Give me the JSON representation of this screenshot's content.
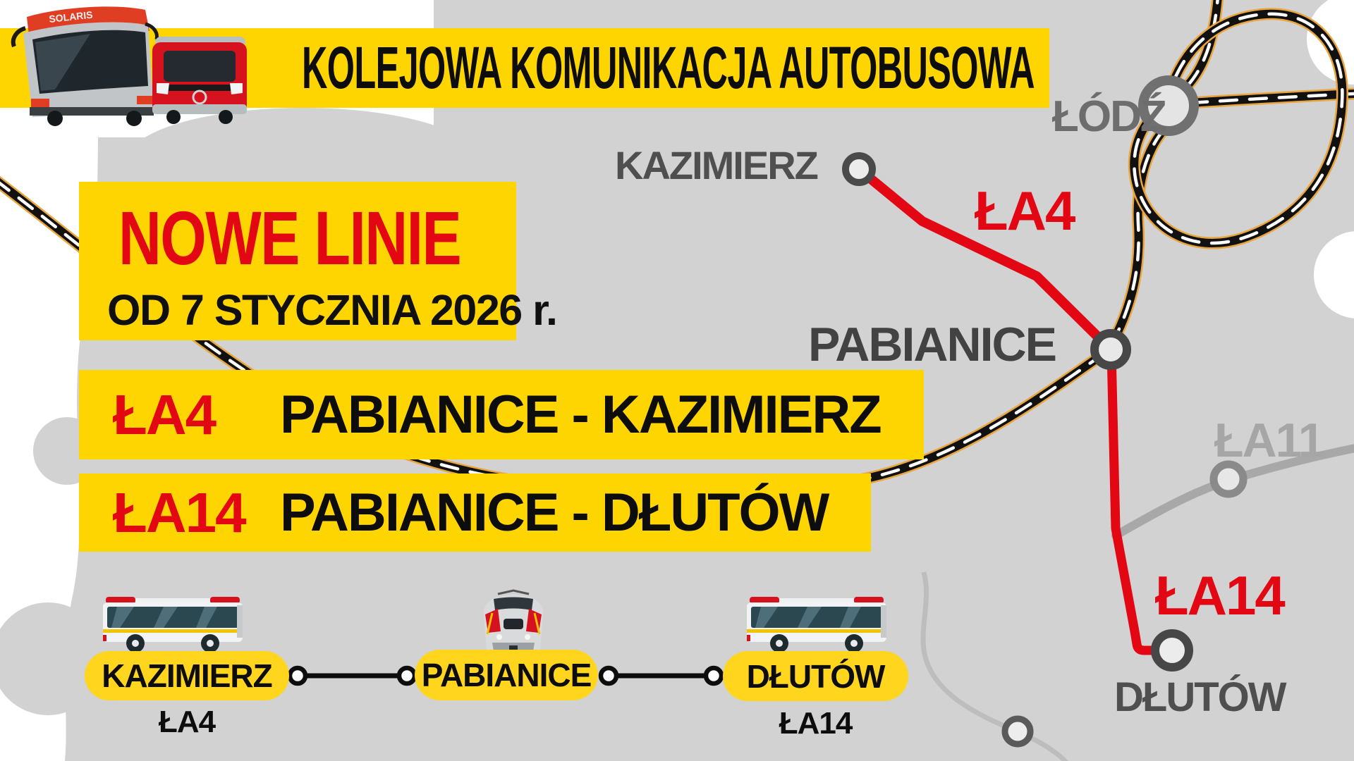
{
  "banner": {
    "title": "KOLEJOWA KOMUNIKACJA AUTOBUSOWA"
  },
  "promo": {
    "headline": "NOWE LINIE",
    "date": "OD 7 STYCZNIA 2026 r."
  },
  "lines": [
    {
      "id": "ŁA4",
      "route": "PABIANICE - KAZIMIERZ"
    },
    {
      "id": "ŁA14",
      "route": "PABIANICE - DŁUTÓW"
    }
  ],
  "map": {
    "stations": [
      {
        "name": "KAZIMIERZ"
      },
      {
        "name": "ŁÓDŹ"
      },
      {
        "name": "PABIANICE"
      },
      {
        "name": "DŁUTÓW"
      }
    ],
    "route_labels": [
      {
        "id": "ŁA4",
        "color": "#E30613"
      },
      {
        "id": "ŁA14",
        "color": "#E30613"
      },
      {
        "id": "ŁA11",
        "color": "#A6A6A6"
      }
    ]
  },
  "schematic": {
    "stops": [
      {
        "name": "KAZIMIERZ",
        "line_label": "ŁA4",
        "icon": "bus-icon"
      },
      {
        "name": "PABIANICE",
        "line_label": "",
        "icon": "train-icon"
      },
      {
        "name": "DŁUTÓW",
        "line_label": "ŁA14",
        "icon": "bus-icon"
      }
    ]
  },
  "art": {
    "bus_brand": "SOLARIS"
  },
  "colors": {
    "accent_yellow": "#FFD500",
    "accent_red": "#E30613",
    "map_background": "#D2D2D2",
    "station_label_gray": "#4D4D4D",
    "railway_halo_orange": "#E9A63F"
  }
}
